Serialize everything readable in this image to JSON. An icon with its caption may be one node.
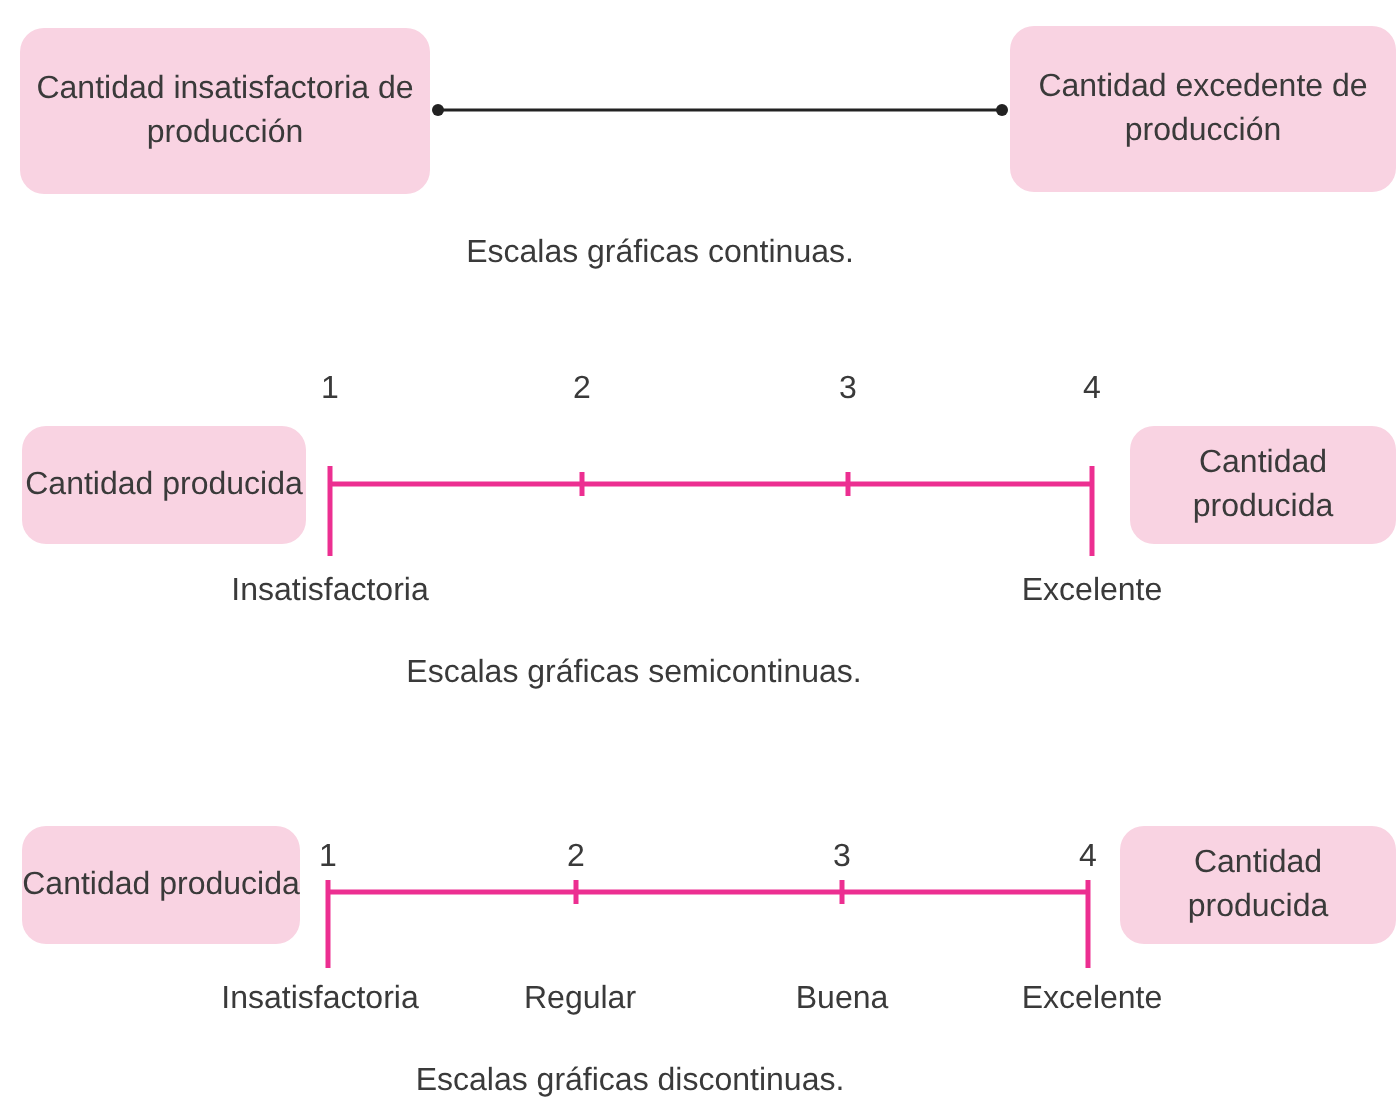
{
  "diagram": {
    "nodes": [
      {
        "text": [
          "Cantidad insatisfactoria de producción"
        ]
      },
      {
        "text": [
          "Cantidad excedente de producción"
        ]
      },
      {
        "text": [
          "Cantidad producida"
        ]
      },
      {
        "text": [
          "Cantidad producida"
        ]
      },
      {
        "text": [
          "Cantidad producida"
        ]
      },
      {
        "text": [
          "Cantidad producida"
        ]
      }
    ],
    "edges": [
      {
        "from": 0,
        "to": 1,
        "arrow": "other"
      }
    ],
    "labels": [
      "Escalas gráficas continuas.",
      "1",
      "2",
      "3",
      "4",
      "Insatisfactoria",
      "Excelente",
      "Escalas gráficas semicontinuas.",
      "1",
      "2",
      "3",
      "4",
      "Insatisfactoria",
      "Regular",
      "Buena",
      "Excelente",
      "Escalas gráficas discontinuas."
    ]
  }
}
